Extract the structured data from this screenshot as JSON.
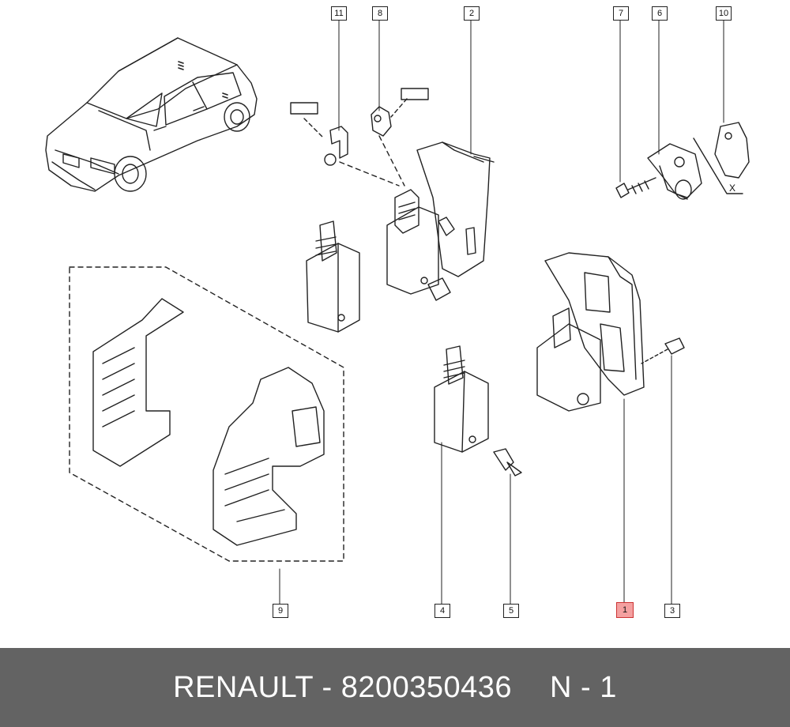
{
  "callouts": {
    "c1": "1",
    "c2": "2",
    "c3": "3",
    "c4": "4",
    "c5": "5",
    "c6": "6",
    "c7": "7",
    "c8": "8",
    "c9": "9",
    "c10": "10",
    "c11": "11"
  },
  "annotations": {
    "x_label": "X"
  },
  "footer": {
    "part_text": "RENAULT - 8200350436",
    "qty_text": "N - 1"
  },
  "colors": {
    "highlight": "#f4a0a0",
    "footer_bg": "#636363",
    "footer_text": "#ffffff",
    "line": "#222222"
  }
}
